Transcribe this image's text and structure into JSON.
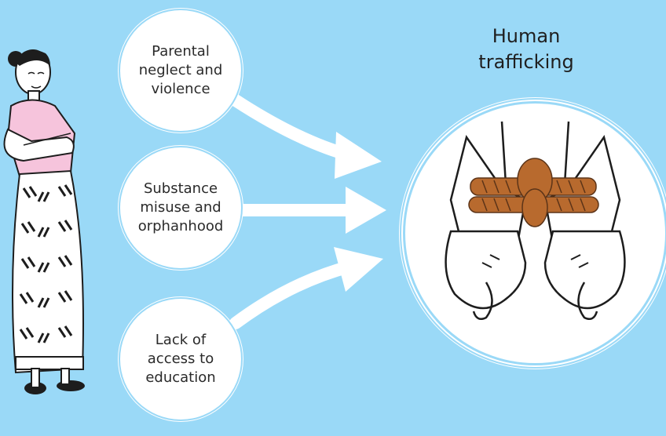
{
  "causes": [
    {
      "label": "Parental\nneglect and\nviolence"
    },
    {
      "label": "Substance\nmisuse and\norphanhood"
    },
    {
      "label": "Lack of\naccess to\neducation"
    }
  ],
  "result": {
    "label": "Human\ntrafficking",
    "image": "tied-hands-icon"
  },
  "person": {
    "image": "woman-figure"
  },
  "colors": {
    "background": "#9ad9f7",
    "circle": "#ffffff",
    "rope": "#b86a2e",
    "shirt": "#f6c4dc"
  }
}
